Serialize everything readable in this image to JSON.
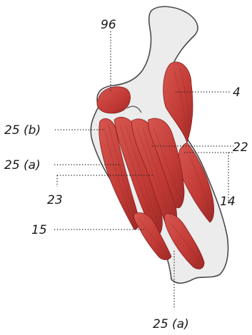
{
  "labels": {
    "l96": "96",
    "l4": "4",
    "l25b": "25 (b)",
    "l22": "22",
    "l25a_mid": "25 (a)",
    "l23": "23",
    "l14": "14",
    "l15": "15",
    "l25a_bottom": "25 (a)"
  },
  "colors": {
    "muscle": "#c8443f",
    "muscle_dark": "#a0302c",
    "bone": "#ececec",
    "bone_outline": "#4a4a4a"
  }
}
